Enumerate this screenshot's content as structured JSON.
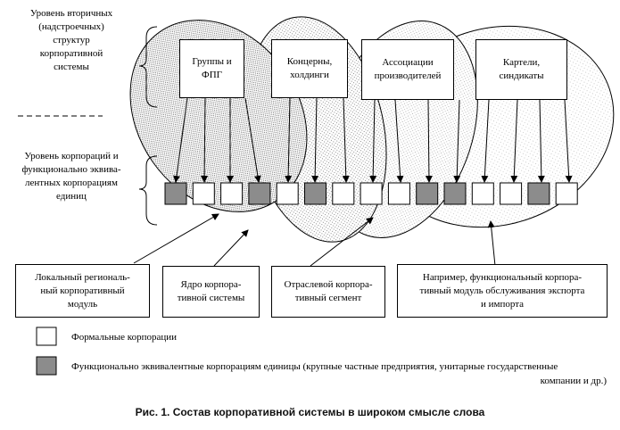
{
  "levels": {
    "secondary": [
      "Уровень вторичных",
      "(надстроечных)",
      "структур",
      "корпоративной",
      "системы"
    ],
    "corporations": [
      "Уровень корпораций и",
      "функционально эквива-",
      "лентных корпорациям",
      "единиц"
    ]
  },
  "top_boxes": [
    {
      "lines": [
        "Группы и",
        "ФПГ"
      ]
    },
    {
      "lines": [
        "Концерны,",
        "холдинги"
      ]
    },
    {
      "lines": [
        "Ассоциации",
        "производителей"
      ]
    },
    {
      "lines": [
        "Картели,",
        "синдикаты"
      ]
    }
  ],
  "units": [
    "filled",
    "empty",
    "empty",
    "filled",
    "empty",
    "filled",
    "empty",
    "empty",
    "empty",
    "filled",
    "filled",
    "empty",
    "empty",
    "filled",
    "empty"
  ],
  "bottom_boxes": [
    {
      "lines": [
        "Локальный региональ-",
        "ный корпоративный",
        "модуль"
      ]
    },
    {
      "lines": [
        "Ядро корпора-",
        "тивной системы"
      ]
    },
    {
      "lines": [
        "Отраслевой корпора-",
        "тивный сегмент"
      ]
    },
    {
      "lines": [
        "Например, функциональный корпора-",
        "тивный модуль обслуживания экспорта",
        "и импорта"
      ]
    }
  ],
  "legend": {
    "formal": "Формальные корпорации",
    "functional_line1": "Функционально эквивалентные корпорациям единицы (крупные частные предприятия, унитарные государственные",
    "functional_line2": "компании и др.)"
  },
  "caption": "Рис. 1. Состав корпоративной системы в широком смысле слова",
  "colors": {
    "filled": "#8c8c8c",
    "empty": "#ffffff",
    "stroke": "#000000"
  }
}
